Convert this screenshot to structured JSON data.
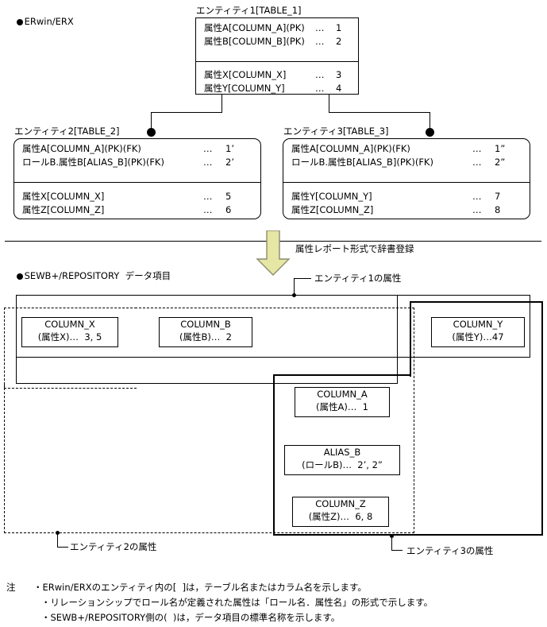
{
  "sections": {
    "erwin": {
      "bullet": "filled-circle",
      "label": "ERwin/ERX"
    },
    "repository": {
      "bullet": "filled-circle",
      "label": "SEWB+/REPOSITORY  データ項目"
    }
  },
  "arrow": {
    "name": "down-arrow",
    "fill": "#e6e6a5",
    "stroke": "#8c8c6e",
    "caption": "属性レポート形式で辞書登録"
  },
  "entities": [
    {
      "id": "entity1",
      "title": "エンティティ1[TABLE_1]",
      "key_attributes": [
        {
          "name": "属性A[COLUMN_A](PK)",
          "dots": "…",
          "num": "1"
        },
        {
          "name": "属性B[COLUMN_B](PK)",
          "dots": "…",
          "num": "2"
        }
      ],
      "attributes": [
        {
          "name": "属性X[COLUMN_X]",
          "dots": "…",
          "num": "3"
        },
        {
          "name": "属性Y[COLUMN_Y]",
          "dots": "…",
          "num": "4"
        }
      ]
    },
    {
      "id": "entity2",
      "title": "エンティティ2[TABLE_2]",
      "key_attributes": [
        {
          "name": "属性A[COLUMN_A](PK)(FK)",
          "dots": "…",
          "num": "1’"
        },
        {
          "name": "ロールB.属性B[ALIAS_B](PK)(FK)",
          "dots": "…",
          "num": "2’"
        }
      ],
      "attributes": [
        {
          "name": "属性X[COLUMN_X]",
          "dots": "…",
          "num": "5"
        },
        {
          "name": "属性Z[COLUMN_Z]",
          "dots": "…",
          "num": "6"
        }
      ]
    },
    {
      "id": "entity3",
      "title": "エンティティ3[TABLE_3]",
      "key_attributes": [
        {
          "name": "属性A[COLUMN_A](PK)(FK)",
          "dots": "…",
          "num": "1”"
        },
        {
          "name": "ロールB.属性B[ALIAS_B](PK)(FK)",
          "dots": "…",
          "num": "2”"
        }
      ],
      "attributes": [
        {
          "name": "属性Y[COLUMN_Y]",
          "dots": "…",
          "num": "7"
        },
        {
          "name": "属性Z[COLUMN_Z]",
          "dots": "…",
          "num": "8"
        }
      ]
    }
  ],
  "data_items": [
    {
      "id": "column-x",
      "name": "COLUMN_X",
      "sub": "(属性X)…  3, 5"
    },
    {
      "id": "column-b",
      "name": "COLUMN_B",
      "sub": "(属性B)…  2"
    },
    {
      "id": "column-y",
      "name": "COLUMN_Y",
      "sub": "(属性Y)…47"
    },
    {
      "id": "column-a",
      "name": "COLUMN_A",
      "sub": "(属性A)…  1"
    },
    {
      "id": "alias-b",
      "name": "ALIAS_B",
      "sub": "(ロールB)…  2’, 2”"
    },
    {
      "id": "column-z",
      "name": "COLUMN_Z",
      "sub": "(属性Z)…  6, 8"
    }
  ],
  "region_callouts": [
    {
      "id": "region-entity1",
      "label": "エンティティ1の属性",
      "style": "solid-thin"
    },
    {
      "id": "region-entity2",
      "label": "エンティティ2の属性",
      "style": "dashed"
    },
    {
      "id": "region-entity3",
      "label": "エンティティ3の属性",
      "style": "solid-thick"
    }
  ],
  "notes": {
    "label": "注",
    "items": [
      "・ERwin/ERXのエンティティ内の[  ]は，テーブル名またはカラム名を示します。",
      "・リレーションシップでロール名が定義された属性は「ロール名．属性名」の形式で示します。",
      "・SEWB+/REPOSITORY側の(  )は，データ項目の標準名称を示します。"
    ]
  }
}
